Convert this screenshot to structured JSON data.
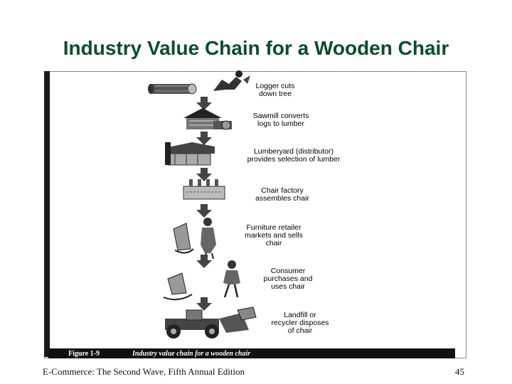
{
  "slide": {
    "title": "Industry Value Chain for a Wooden Chair",
    "footer_text": "E-Commerce: The Second Wave, Fifth Annual Edition",
    "page_number": "45"
  },
  "figure": {
    "number": "Figure 1-9",
    "caption": "Industry value chain for a wooden chair",
    "steps": [
      {
        "line1": "Logger cuts",
        "line2": "down tree",
        "line3": ""
      },
      {
        "line1": "Sawmill converts",
        "line2": "logs to lumber",
        "line3": ""
      },
      {
        "line1": "Lumberyard (distributor)",
        "line2": "provides selection of lumber",
        "line3": ""
      },
      {
        "line1": "Chair factory",
        "line2": "assembles chair",
        "line3": ""
      },
      {
        "line1": "Furniture retailer",
        "line2": "markets and sells",
        "line3": "chair"
      },
      {
        "line1": "Consumer",
        "line2": "purchases and",
        "line3": "uses chair"
      },
      {
        "line1": "Landfill or",
        "line2": "recycler disposes",
        "line3": "of chair"
      }
    ]
  }
}
